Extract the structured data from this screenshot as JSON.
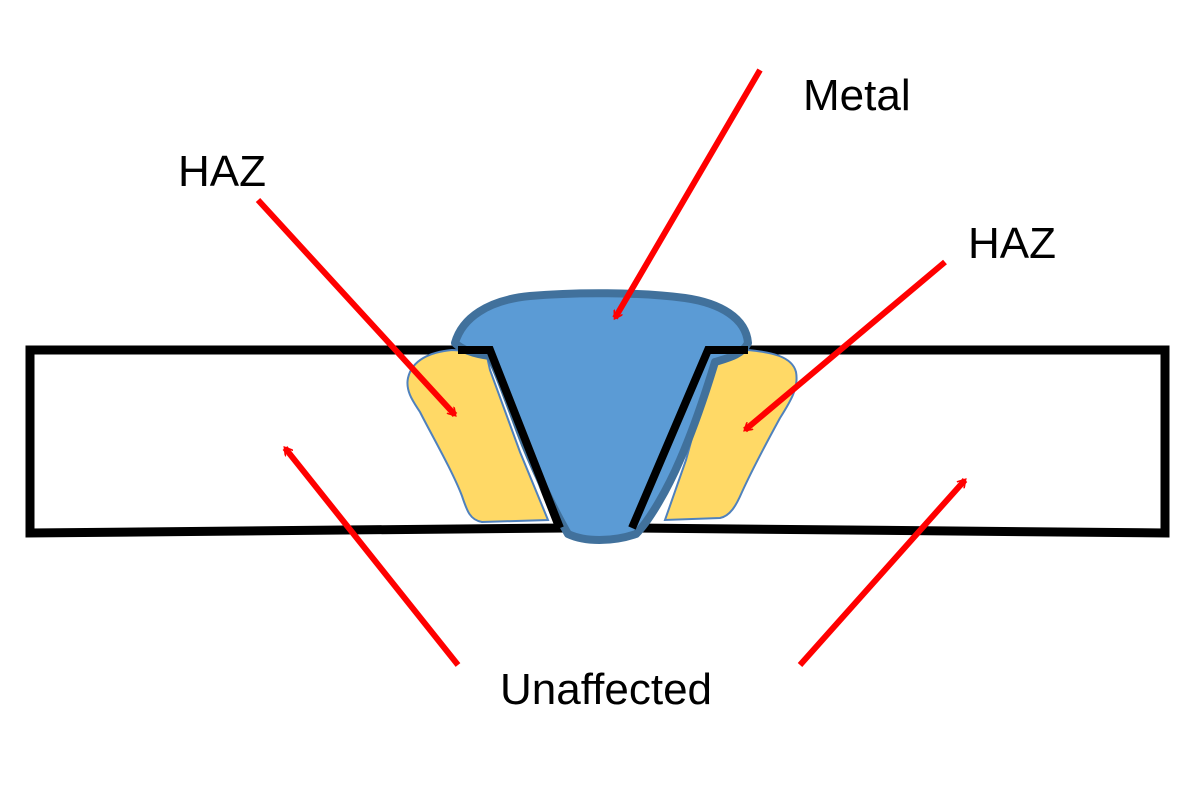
{
  "labels": {
    "metal": "Metal",
    "haz_left": "HAZ",
    "haz_right": "HAZ",
    "unaffected": "Unaffected"
  },
  "colors": {
    "background": "#ffffff",
    "plate_outline": "#000000",
    "weld_metal_fill": "#5b9bd5",
    "weld_metal_edge": "#41719c",
    "haz_fill": "#ffd966",
    "haz_edge": "#4f81bd",
    "arrow": "#ff0000"
  }
}
